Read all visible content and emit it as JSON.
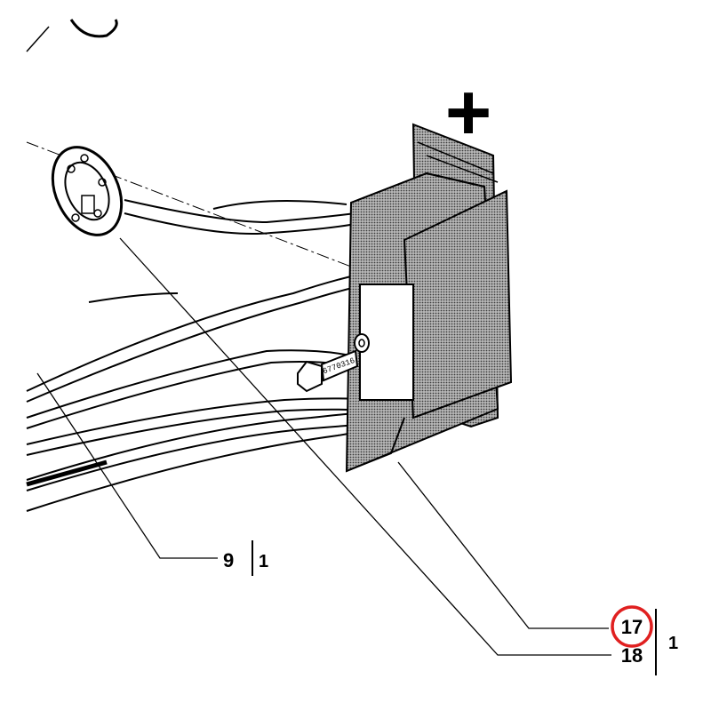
{
  "polarity_symbol": "+",
  "callouts": [
    {
      "id": "9",
      "label": "9",
      "qty": "1"
    },
    {
      "id": "17",
      "label": "17",
      "qty": "1",
      "highlighted": true
    },
    {
      "id": "18",
      "label": "18",
      "qty": "1"
    }
  ],
  "bolt_stamp": "6770316",
  "colors": {
    "line": "#000000",
    "hatch_fill": "#9a9a9a",
    "highlight": "#e02020",
    "background": "#ffffff"
  }
}
